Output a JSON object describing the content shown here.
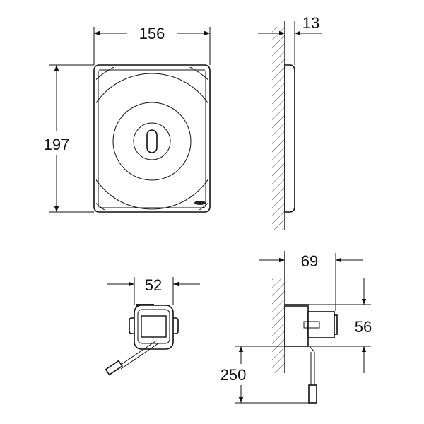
{
  "front_view": {
    "width_label": "156",
    "height_label": "197"
  },
  "side_view": {
    "depth_label": "13"
  },
  "module_front": {
    "width_label": "52"
  },
  "module_side": {
    "depth_label": "69",
    "height_label": "56",
    "cable_label": "250"
  },
  "colors": {
    "line": "#111111",
    "background": "#ffffff"
  }
}
